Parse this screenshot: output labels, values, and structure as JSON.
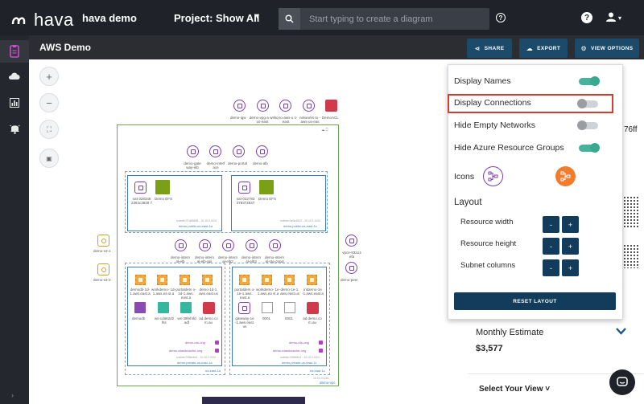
{
  "app": {
    "logo_text": "hava",
    "workspace": "hava demo",
    "project": "Project: Show All"
  },
  "search": {
    "placeholder": "Start typing to create a diagram"
  },
  "header": {
    "title": "AWS Demo",
    "share_label": "SHARE",
    "export_label": "EXPORT",
    "view_options_label": "VIEW OPTIONS"
  },
  "view_options": {
    "display_names": {
      "label": "Display Names",
      "on": true
    },
    "display_connections": {
      "label": "Display Connections",
      "on": false
    },
    "hide_empty_networks": {
      "label": "Hide Empty Networks",
      "on": false
    },
    "hide_azure_groups": {
      "label": "Hide Azure Resource Groups",
      "on": true
    },
    "icons_label": "Icons",
    "layout_title": "Layout",
    "resource_width_label": "Resource width",
    "resource_height_label": "Resource height",
    "subnet_columns_label": "Subnet columns",
    "minus": "-",
    "plus": "+",
    "reset_label": "RESET LAYOUT"
  },
  "right_panel": {
    "partial_text": "76ff",
    "monthly_estimate_label": "Monthly Estimate",
    "monthly_estimate_value": "$3,577",
    "select_view_label": "Select Your View"
  },
  "canvas": {
    "zoom_in": "+",
    "zoom_out": "−"
  },
  "diagram": {
    "top_labels": [
      "demo-igw",
      "demo-vpg-a ws-us-east",
      "hq-to-aws-u s-east",
      "networks-to -aws-us-eas",
      "DemoACL"
    ],
    "vpc_row_labels": [
      "demo-gate way-elb",
      "demo-interf ace",
      "demo-portal",
      "demo-alb"
    ],
    "left_labels": [
      "demo-s3-1",
      "demo-s3-2"
    ],
    "right_labels": [
      "vpce-93a14 efa",
      "demo-peer"
    ],
    "subnet_tl": {
      "labels": [
        "nat-328348 2364c3828 7",
        "Demo EFS"
      ],
      "meta": "subnet-07dd5698 - 10.10.0.0/24",
      "name": "demo-public-us-east-1a"
    },
    "subnet_tr": {
      "labels": [
        "nat-032783 278372837",
        "Demo EFS"
      ],
      "meta": "subnet-0e5c4812 - 10.10.1.0/24",
      "name": "demo-public-us-east-1c"
    },
    "mid_labels": [
      "demo-intern al-elb",
      "demo-intern al-elb-api",
      "demo-intern al-elb2",
      "demo-intern al-elb3",
      "demo-intern al-stg-ossql"
    ],
    "subnet_bl": {
      "chip_labels": [
        "demodb-1d- 1.aws.east.a",
        "workdemo- 1d-1.aws.ea st.a",
        "portaldem o-1d-1.aws. east.a",
        "demo-1d-1. aws.east.us"
      ],
      "row2_labels": [
        "demodb",
        "ws-cda62d2 f6c",
        "ws-39fef4fd adf",
        "ad.demo.co m.au"
      ],
      "tag1": "demo-rds-ong",
      "tag2": "demo-elasticcache-ong",
      "meta": "subnet-0f36e4b4 - 10.10.2.0/24",
      "name": "demo-private-us-east-1a",
      "zone": "us-east-1a"
    },
    "subnet_br": {
      "chip_labels": [
        "portaldem o-1e-1.aws. east.a",
        "workdemo- 1e-1.aws.ea st.a",
        "demo-1e-1. aws.east.us",
        "intdemo-1e -1.aws.east.a"
      ],
      "row2_labels": [
        "gateway-1e -1.aws.east. us",
        "0001",
        "0001",
        "ad.demo.co m.au"
      ],
      "tag1": "demo-rds-ong",
      "tag2": "demo-elasticcache-ong",
      "meta": "subnet-0f36e6c3 - 10.10.3.0/24",
      "name": "demo-private-us-east-1c",
      "zone": "us-east-1c"
    },
    "vpc_meta": "10.10.0.0/16",
    "vpc_name": "demo-vpc"
  }
}
